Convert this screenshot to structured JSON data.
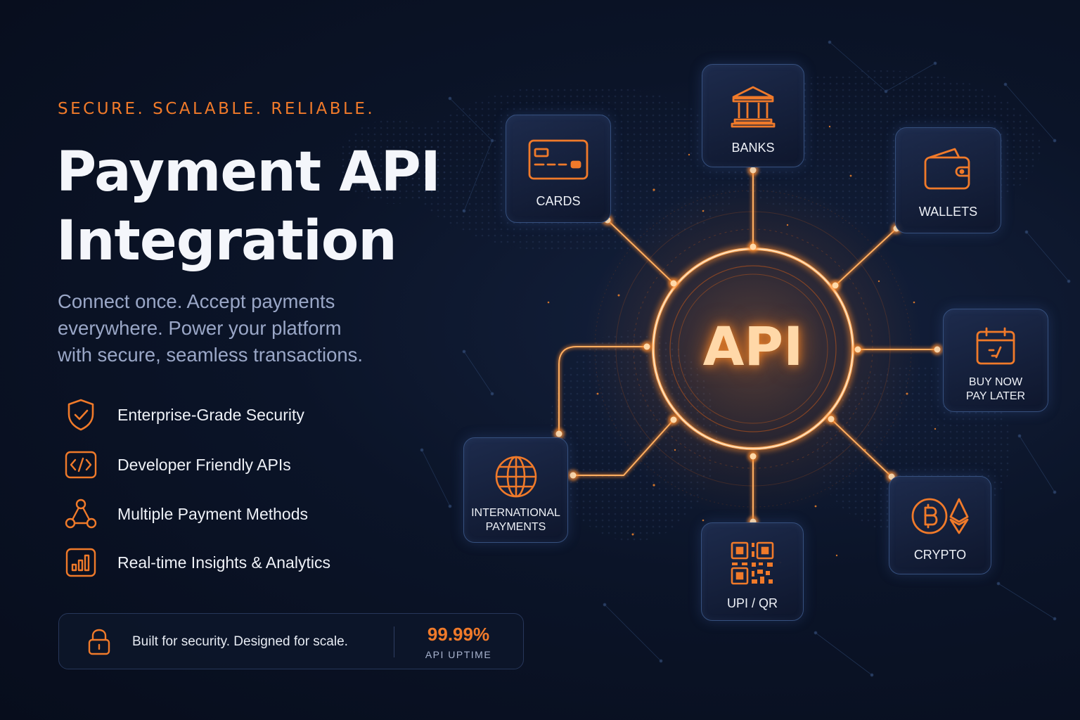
{
  "hero": {
    "tagline": "SECURE. SCALABLE. RELIABLE.",
    "title_line1": "Payment API",
    "title_line2": "Integration",
    "subtitle_line1": "Connect once. Accept payments",
    "subtitle_line2": "everywhere. Power your platform",
    "subtitle_line3": "with secure, seamless transactions."
  },
  "features": [
    {
      "label": "Enterprise-Grade Security",
      "icon": "shield-check-icon"
    },
    {
      "label": "Developer Friendly APIs",
      "icon": "code-icon"
    },
    {
      "label": "Multiple Payment Methods",
      "icon": "network-icon"
    },
    {
      "label": "Real-time Insights & Analytics",
      "icon": "bar-chart-icon"
    }
  ],
  "banner": {
    "text": "Built for security. Designed for scale.",
    "uptime_value": "99.99%",
    "uptime_label": "API UPTIME",
    "icon": "lock-icon"
  },
  "diagram": {
    "center_label": "API",
    "nodes": {
      "cards": {
        "label": "CARDS",
        "icon": "credit-card-icon"
      },
      "banks": {
        "label": "BANKS",
        "icon": "bank-icon"
      },
      "wallets": {
        "label": "WALLETS",
        "icon": "wallet-icon"
      },
      "bnpl": {
        "label_line1": "BUY NOW",
        "label_line2": "PAY LATER",
        "icon": "calendar-icon"
      },
      "crypto": {
        "label": "CRYPTO",
        "icon": "crypto-coins-icon"
      },
      "upi": {
        "label": "UPI / QR",
        "icon": "qr-code-icon"
      },
      "international": {
        "label_line1": "INTERNATIONAL",
        "label_line2": "PAYMENTS",
        "icon": "globe-icon"
      }
    }
  },
  "colors": {
    "accent": "#f07a2a",
    "background": "#0b1428",
    "node_border": "#36507e",
    "glow": "#ffb060"
  }
}
